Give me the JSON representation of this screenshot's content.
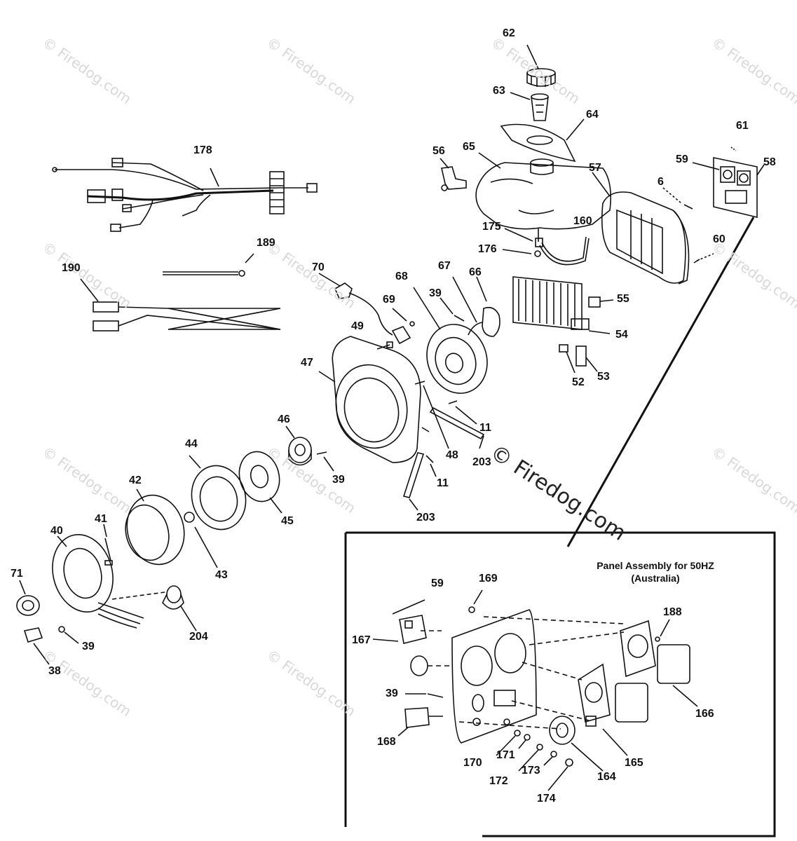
{
  "watermark": "© Firedog.com",
  "watermark_main": "© Firedog.com",
  "panel": {
    "title_line1": "Panel Assembly for 50HZ",
    "title_line2": "(Australia)"
  },
  "parts": {
    "p62": "62",
    "p63": "63",
    "p64": "64",
    "p65": "65",
    "p56": "56",
    "p61": "61",
    "p59a": "59",
    "p58": "58",
    "p57": "57",
    "p6": "6",
    "p160": "160",
    "p175": "175",
    "p176": "176",
    "p60": "60",
    "p178": "178",
    "p189": "189",
    "p190": "190",
    "p70": "70",
    "p68": "68",
    "p67": "67",
    "p66": "66",
    "p39a": "39",
    "p69": "69",
    "p49": "49",
    "p55": "55",
    "p54": "54",
    "p53": "53",
    "p52": "52",
    "p47": "47",
    "p11a": "11",
    "p46": "46",
    "p48": "48",
    "p203a": "203",
    "p44": "44",
    "p39b": "39",
    "p11b": "11",
    "p42": "42",
    "p45": "45",
    "p203b": "203",
    "p41": "41",
    "p40": "40",
    "p43": "43",
    "p71": "71",
    "p204": "204",
    "p39c": "39",
    "p38": "38",
    "p59b": "59",
    "p169": "169",
    "p167": "167",
    "p188": "188",
    "p39d": "39",
    "p166": "166",
    "p168": "168",
    "p165": "165",
    "p170": "170",
    "p171": "171",
    "p172": "172",
    "p173": "173",
    "p164": "164",
    "p174": "174"
  }
}
